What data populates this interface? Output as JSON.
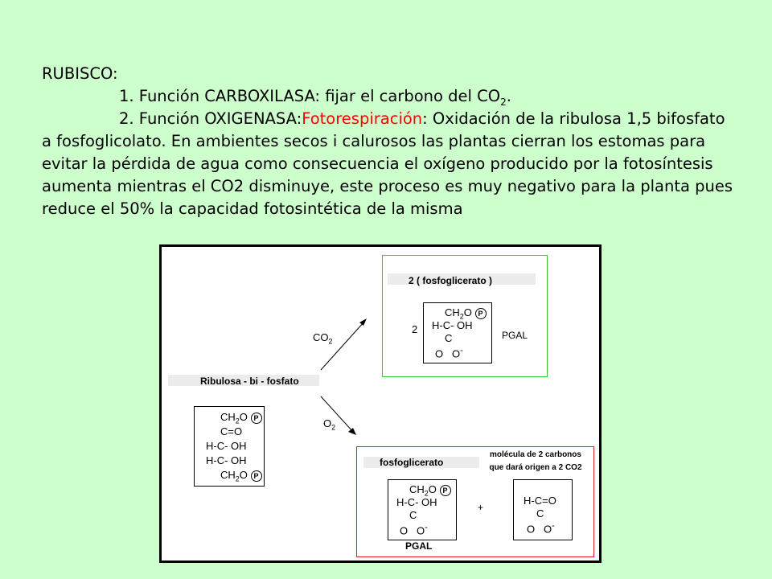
{
  "text": {
    "heading": "RUBISCO:",
    "line1_prefix": "1. Función CARBOXILASA: fijar el carbono del CO",
    "line1_sub": "2",
    "line1_suffix": ".",
    "line2_prefix": "2. Función OXIGENASA: ",
    "line2_red": "Fotorespiración",
    "line2_suffix": ": Oxidación de la ribulosa",
    "paragraph": "1,5 bifosfato a fosfoglicolato. En ambientes secos i calurosos las plantas cierran los estomas para evitar la pérdida de agua como consecuencia el oxígeno producido por la fotosíntesis aumenta mientras el CO2 disminuye, este proceso es muy negativo para la planta pues reduce el 50% la capacidad fotosintética de la misma"
  },
  "figure": {
    "ribulose_title": "Ribulosa - bi - fosfato",
    "co2_label": "CO",
    "co2_sub": "2",
    "o2_label": "O",
    "o2_sub": "2",
    "top_title": "2 ( fosfoglicerato )",
    "top_coef": "2",
    "top_pgal": "PGAL",
    "bottom_title": "fosfoglicerato",
    "bottom_note_1": "molécula de 2 carbonos",
    "bottom_note_2": "que dará origen a 2 CO2",
    "plus": "+",
    "bottom_pgal": "PGAL",
    "phosphate": "P",
    "rub_rows": [
      "CH2O",
      "C=O",
      "H-C- OH",
      "H-C- OH",
      "CH2O"
    ],
    "pga_rows": [
      "CH2O",
      "H-C- OH",
      "C",
      "O   O-"
    ],
    "glycolate_rows": [
      "H-C=O",
      "C",
      "O   O-"
    ]
  }
}
